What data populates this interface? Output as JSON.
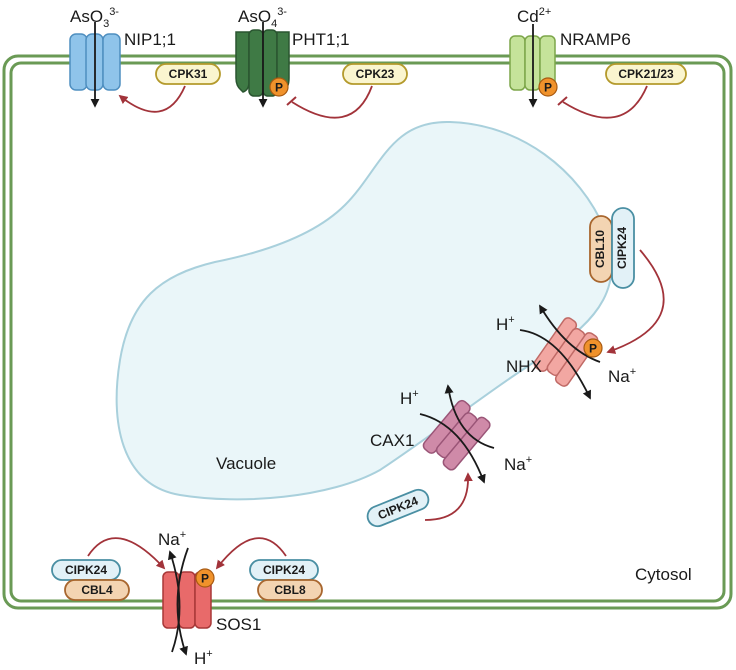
{
  "ions": {
    "aso3": {
      "base": "AsO",
      "sub": "3",
      "sup": "3-"
    },
    "aso4": {
      "base": "AsO",
      "sub": "4",
      "sup": "3-"
    },
    "cd": {
      "base": "Cd",
      "sup": "2+"
    },
    "hplus": {
      "base": "H",
      "sup": "+"
    },
    "naplus": {
      "base": "Na",
      "sup": "+"
    }
  },
  "transporters": {
    "nip1": "NIP1;1",
    "pht1": "PHT1;1",
    "nramp6": "NRAMP6",
    "nhx": "NHX",
    "cax1": "CAX1",
    "sos1": "SOS1"
  },
  "kinases": {
    "cpk31": "CPK31",
    "cpk23": "CPK23",
    "cpk21_23": "CPK21/23",
    "cbl10": "CBL10",
    "cipk24": "CIPK24",
    "cbl4": "CBL4",
    "cbl8": "CBL8"
  },
  "compartments": {
    "vacuole": "Vacuole",
    "cytosol": "Cytosol"
  },
  "phospho_label": "P",
  "colors": {
    "membrane": "#6a9a55",
    "vacuole_fill": "#eaf6f9",
    "vacuole_stroke": "#a9d0dc",
    "arrow_red": "#a2333a",
    "nip1_fill": "#8fc4ea",
    "pht1_fill": "#3f7a45",
    "nramp6_fill": "#c5e39a",
    "nhx_fill": "#f2a7a2",
    "cax1_fill": "#cf8aa8",
    "sos1_fill": "#e86a6a",
    "phospho_fill": "#f0922b",
    "cpk_fill": "#faf5cf",
    "cpk_stroke": "#b49a2c",
    "cipk_fill": "#e2f1f7",
    "cipk_stroke": "#4a8fa3",
    "cbl_fill": "#f3d4b2",
    "cbl_stroke": "#a8662e"
  }
}
